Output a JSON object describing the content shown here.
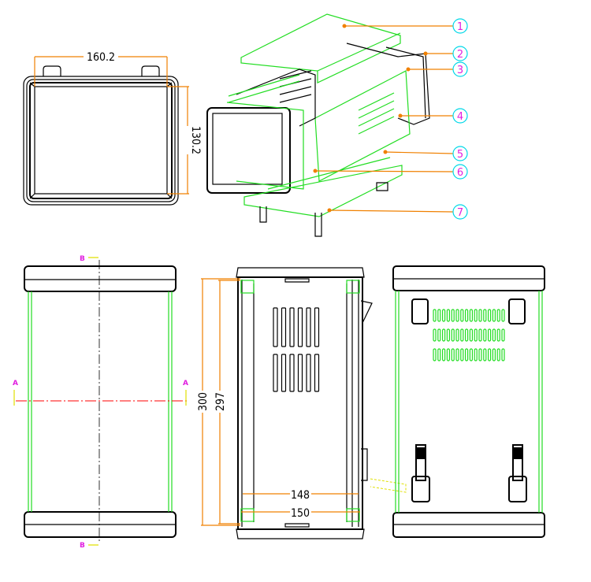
{
  "front_view": {
    "width_label": "160.2",
    "height_label": "130.2"
  },
  "exploded_view": {
    "callouts": [
      "1",
      "2",
      "3",
      "4",
      "5",
      "6",
      "7"
    ]
  },
  "left_view": {
    "section_a_left": "A",
    "section_a_right": "A",
    "section_b_top": "B",
    "section_b_bottom": "B"
  },
  "side_view": {
    "overall_length": "300",
    "inner_length": "297",
    "inner_width": "148",
    "outer_width": "150"
  },
  "colors": {
    "outline": "#000000",
    "part_highlight": "#22dd22",
    "dimension": "#f08000",
    "callout_circle": "#00d8e8",
    "callout_text": "#e020e0",
    "section_center": "#ff0000"
  }
}
